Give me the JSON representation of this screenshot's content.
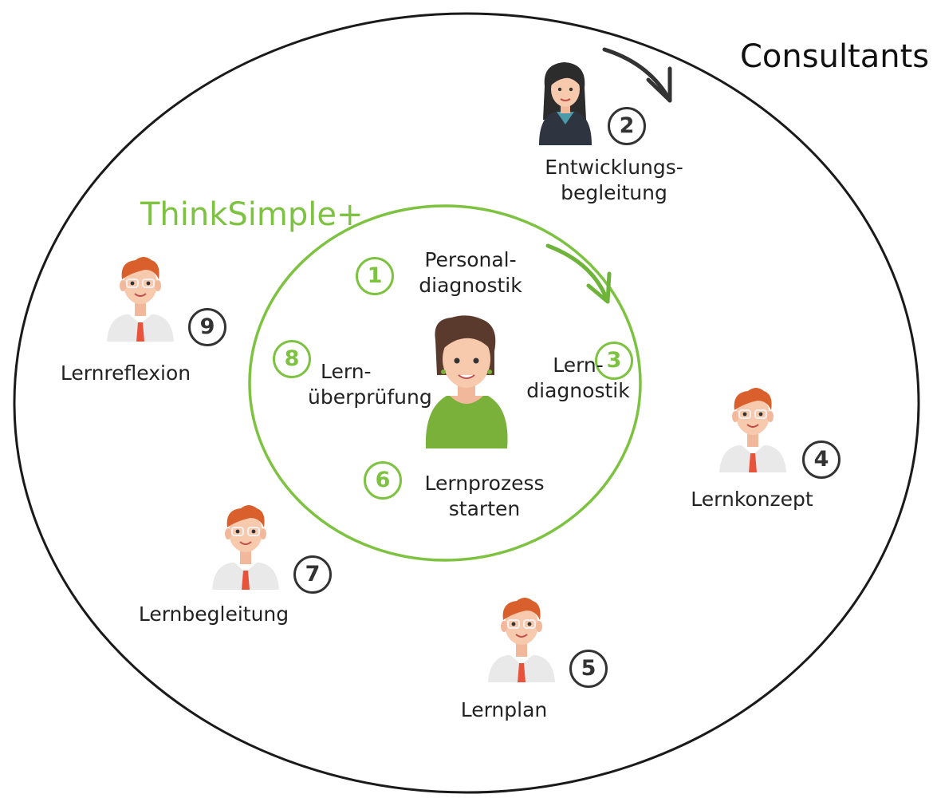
{
  "outer_title": "Consultants",
  "inner_title": "ThinkSimple+",
  "colors": {
    "outer_ring": "#1a1a1a",
    "inner_ring": "#7dc241",
    "step_dark": "#333333",
    "step_green": "#7dc241",
    "arrow_dark": "#333333",
    "arrow_green": "#6fb43a",
    "tie": "#e8543b",
    "hair": "#d9602c",
    "shirt": "#e8e8e8"
  },
  "steps": [
    {
      "number": "1",
      "line1": "Personal-",
      "line2": "diagnostik",
      "group": "thinksimple"
    },
    {
      "number": "2",
      "line1": "Entwicklungs-",
      "line2": "begleitung",
      "group": "consultants"
    },
    {
      "number": "3",
      "line1": "Lern-",
      "line2": "diagnostik",
      "group": "thinksimple"
    },
    {
      "number": "4",
      "line1": "Lernkonzept",
      "line2": "",
      "group": "consultants"
    },
    {
      "number": "5",
      "line1": "Lernplan",
      "line2": "",
      "group": "consultants"
    },
    {
      "number": "6",
      "line1": "Lernprozess",
      "line2": "starten",
      "group": "thinksimple"
    },
    {
      "number": "7",
      "line1": "Lernbegleitung",
      "line2": "",
      "group": "consultants"
    },
    {
      "number": "8",
      "line1": "Lern-",
      "line2": "überprüfung",
      "group": "thinksimple"
    },
    {
      "number": "9",
      "line1": "Lernreflexion",
      "line2": "",
      "group": "consultants"
    }
  ],
  "icons": {
    "center_person": "woman-avatar-icon",
    "consultant_woman": "businesswoman-avatar-icon",
    "consultant_man": "consultant-man-avatar-icon",
    "flow_arrow": "curved-arrow-icon"
  }
}
